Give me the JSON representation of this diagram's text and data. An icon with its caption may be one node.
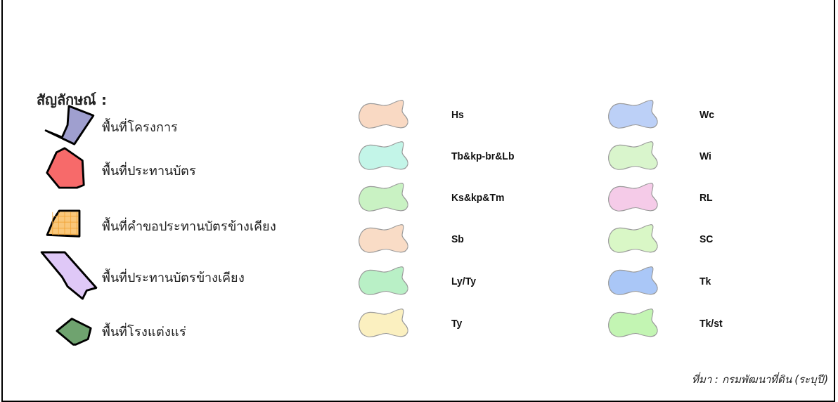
{
  "diagram": {
    "title": "สัญลักษณ์ :",
    "caption": "ที่มา : กรมพัฒนาที่ดิน (ระบุปี)",
    "legend": [
      {
        "text": "พื้นที่โครงการ",
        "color": "#9f9fcf"
      },
      {
        "text": "พื้นที่ประทานบัตร",
        "color": "#f76a6a"
      },
      {
        "text": "พื้นที่คำขอประทานบัตรข้างเคียง",
        "color": "#f9c77a"
      },
      {
        "text": "พื้นที่ประทานบัตรข้างเคียง",
        "color": "#dfc8f7"
      },
      {
        "text": "พื้นที่โรงแต่งแร่",
        "color": "#6fa36f"
      },
      {
        "text": "Hs",
        "color": "#f9d9c3"
      },
      {
        "text": "Tb&kp-br&Lb",
        "color": "#c3f5e8"
      },
      {
        "text": "Ks&kp&Tm",
        "color": "#c9f2c3"
      },
      {
        "text": "Sb",
        "color": "#f9dcc6"
      },
      {
        "text": "Ly/Ty",
        "color": "#b9f0c6"
      },
      {
        "text": "Ty",
        "color": "#fbf0c0"
      },
      {
        "text": "Wc",
        "color": "#bcd0f7"
      },
      {
        "text": "Wi",
        "color": "#d9f5cc"
      },
      {
        "text": "RL",
        "color": "#f5cbe8"
      },
      {
        "text": "SC",
        "color": "#d9f7c6"
      },
      {
        "text": "Tk",
        "color": "#aac7f7"
      },
      {
        "text": "Tk/st",
        "color": "#c3f5b3"
      }
    ]
  }
}
